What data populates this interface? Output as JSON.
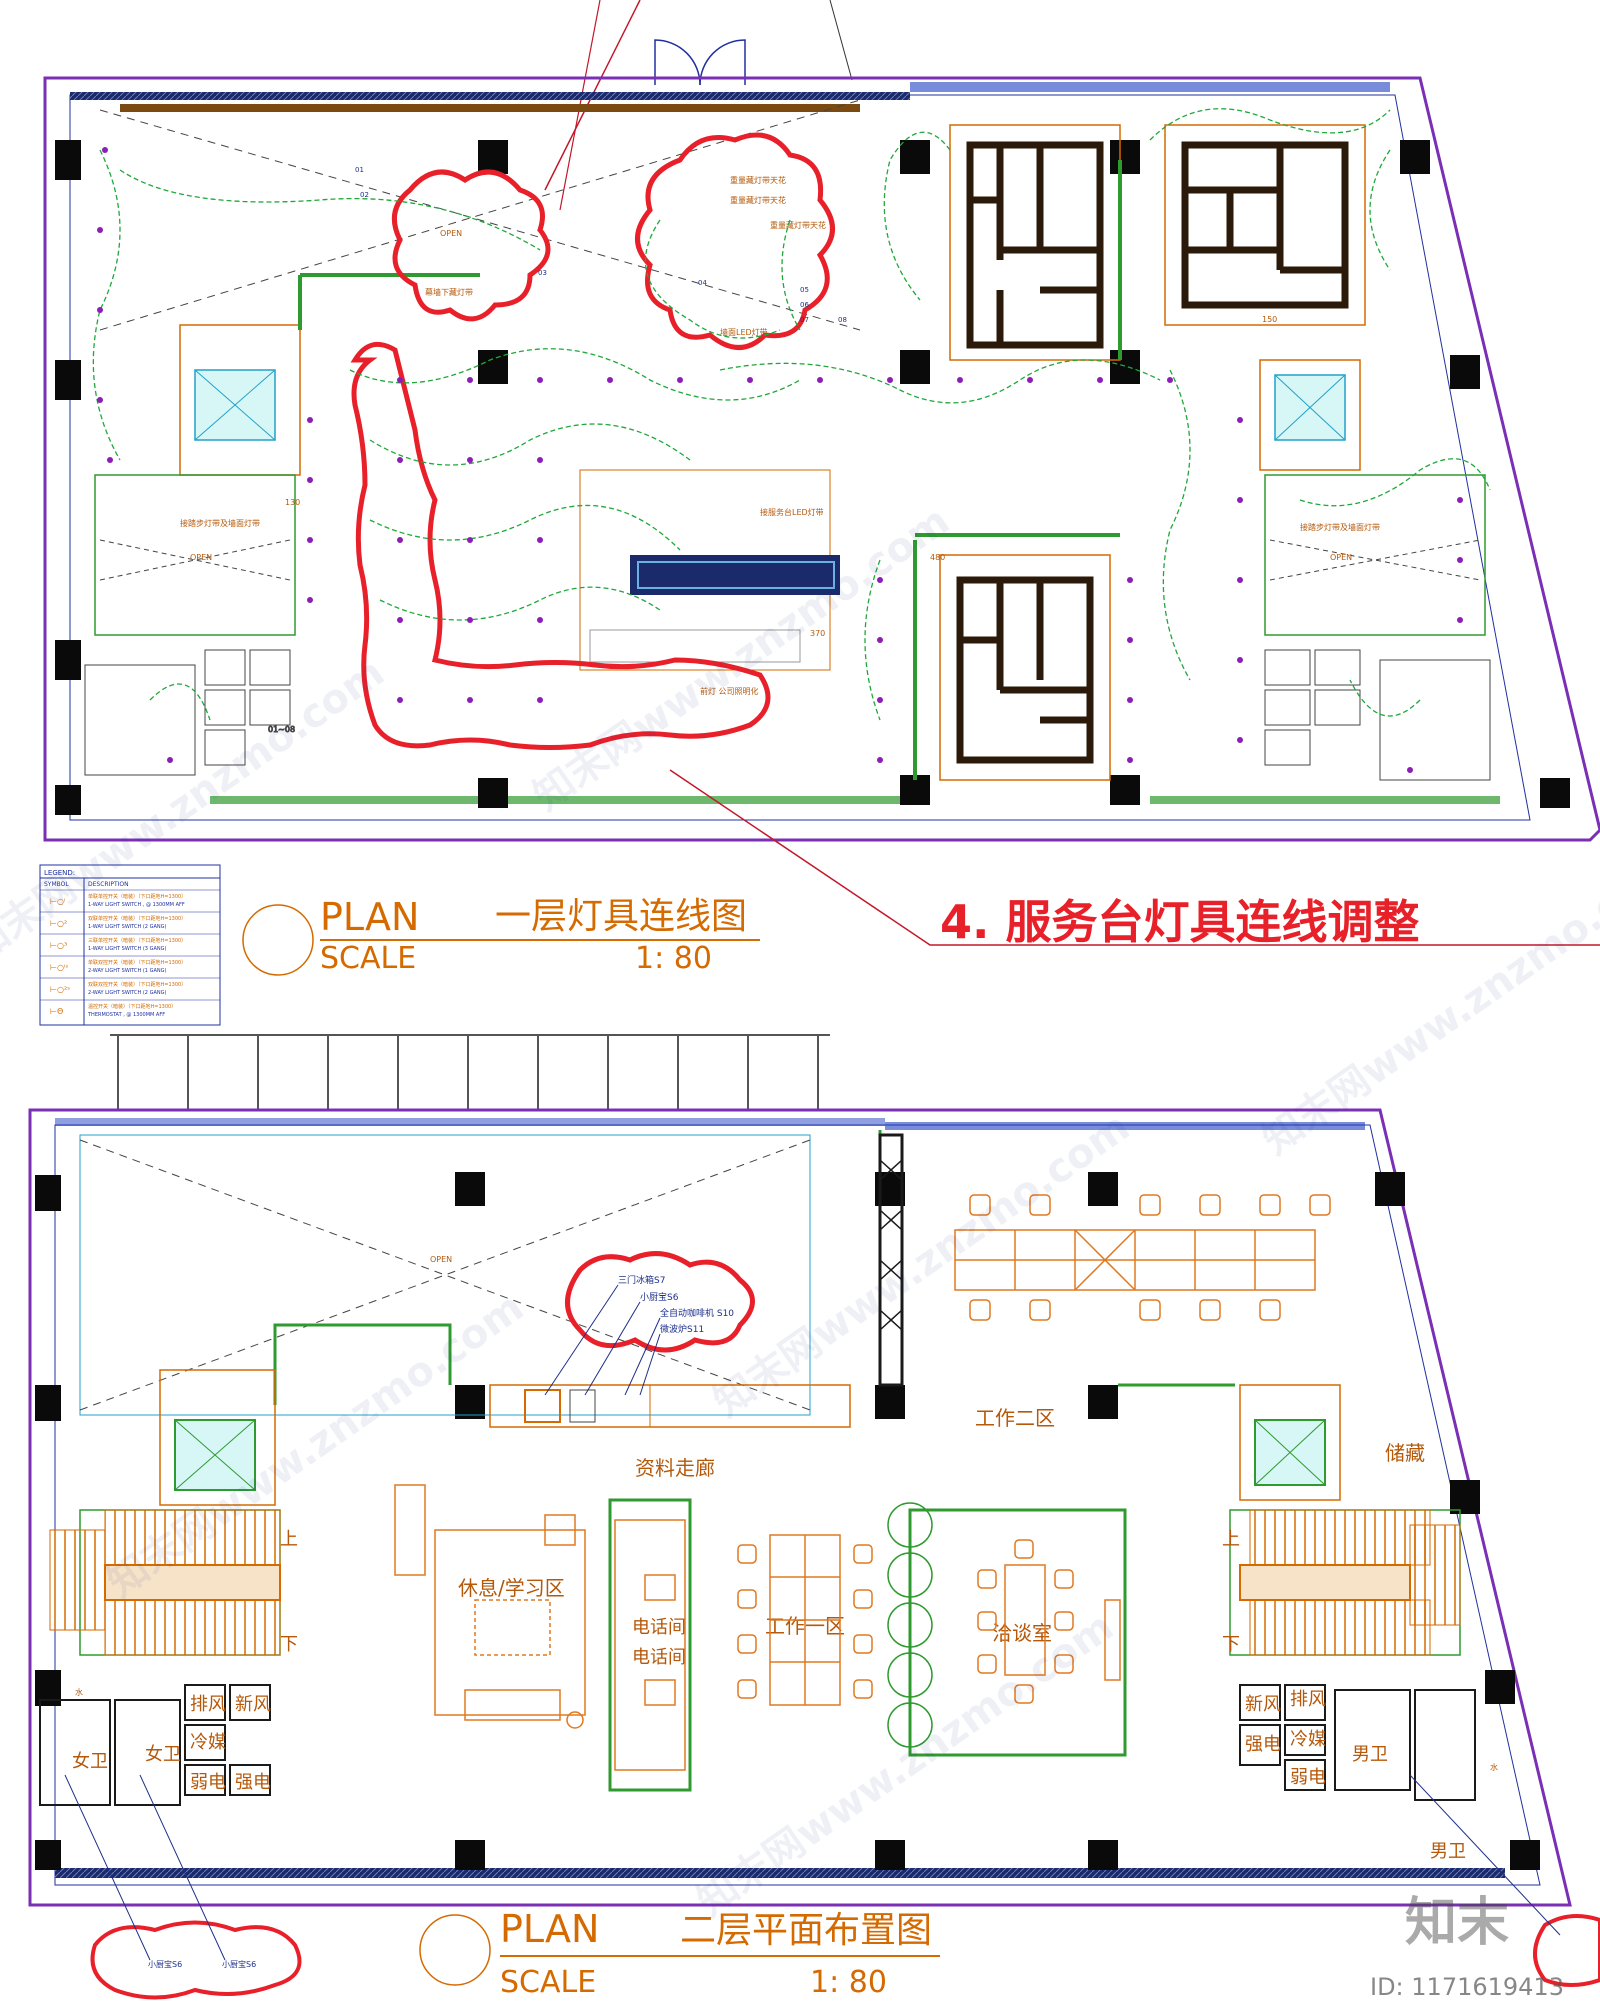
{
  "plan1": {
    "plan_word": "PLAN",
    "scale_word": "SCALE",
    "title": "一层灯具连线图",
    "scale": "1:  80",
    "labels": {
      "open_top": "OPEN",
      "open_left": "OPEN",
      "open_right": "OPEN",
      "cloud_a": "幕墙下藏灯带",
      "cloud_b1": "重量藏灯带天花",
      "cloud_b2": "重量藏灯带天花",
      "cloud_b3": "重量藏灯带天花",
      "cloud_b4": "墙面LED灯带",
      "stair_left": "接踏步灯带及墙面灯带",
      "stair_right": "接踏步灯带及墙面灯带",
      "desk_note": "接服务台LED灯带",
      "logo_note": "前灯 公司照明化",
      "circuit_01": "01",
      "circuit_02": "02",
      "circuit_03": "03",
      "circuit_04": "04",
      "circuit_05": "05",
      "circuit_06": "06",
      "circuit_07": "07",
      "circuit_08": "08",
      "circuit_0108": "01~08",
      "dim_370": "370",
      "dim_150": "150",
      "dim_130": "130",
      "dim_480": "480"
    }
  },
  "legend": {
    "title": "LEGEND:",
    "headers": [
      "SYMBOL",
      "DESCRIPTION"
    ],
    "rows": [
      {
        "zh": "单联单控开关（暗装）（下口距地H=1300）",
        "en": "1-WAY LIGHT SWITCH , @ 1300MM AFF"
      },
      {
        "zh": "双联单控开关（暗装）（下口距地H=1300）",
        "en": "1-WAY LIGHT SWITCH (2 GANG)"
      },
      {
        "zh": "三联单控开关（暗装）（下口距地H=1300）",
        "en": "1-WAY LIGHT SWITCH (3 GANG)"
      },
      {
        "zh": "单联双控开关（暗装）（下口距地H=1300）",
        "en": "2-WAY LIGHT SWITCH (1 GANG)"
      },
      {
        "zh": "双联双控开关（暗装）（下口距地H=1300）",
        "en": "2-WAY LIGHT SWITCH (2 GANG)"
      },
      {
        "zh": "温控开关（暗装）（下口距地H=1300）",
        "en": "THERMOSTAT , @ 1300MM AFF"
      }
    ]
  },
  "note_red": "4. 服务台灯具连线调整",
  "plan2": {
    "plan_word": "PLAN",
    "scale_word": "SCALE",
    "title": "二层平面布置图",
    "scale": "1:  80",
    "rooms": {
      "open": "OPEN",
      "work2": "工作二区",
      "storage": "储藏",
      "corridor": "资料走廊",
      "lounge": "休息/学习区",
      "phone1": "电话间",
      "phone2": "电话间",
      "work1": "工作一区",
      "meeting": "洽谈室",
      "up_left": "上",
      "down_left": "下",
      "up_right": "上",
      "down_right": "下",
      "exhaust_l": "排风",
      "fresh_l": "新风",
      "refrig_l": "冷媒",
      "strong_l": "强电",
      "weak_l": "弱电",
      "women1": "女卫",
      "women2": "女卫",
      "water_l": "水",
      "exhaust_r": "排风",
      "fresh_r": "新风",
      "refrig_r": "冷媒",
      "strong_r": "强电",
      "weak_r": "弱电",
      "men1": "男卫",
      "men2": "男卫",
      "water_r": "水"
    },
    "appliances": {
      "fridge": "三门冰箱S7",
      "kitchen": "小厨宝S6",
      "coffee": "全自动咖啡机 S10",
      "microwave": "微波炉S11",
      "kitchen_l1": "小厨宝S6",
      "kitchen_l2": "小厨宝S6"
    }
  },
  "watermark": "知末网www.znzmo.com",
  "brand": "知末",
  "image_id": "ID: 1171619413",
  "colors": {
    "wall": "#1a1a1a",
    "outline": "#7a2fb5",
    "circuit": "#1fa83a",
    "fixture": "#8b1fb5",
    "cloud": "#e8202a",
    "text_orange": "#d46a00",
    "blue": "#2030a0",
    "furniture": "#e07820",
    "green_box": "#2f9a2f",
    "cyan": "#22a0c8"
  }
}
